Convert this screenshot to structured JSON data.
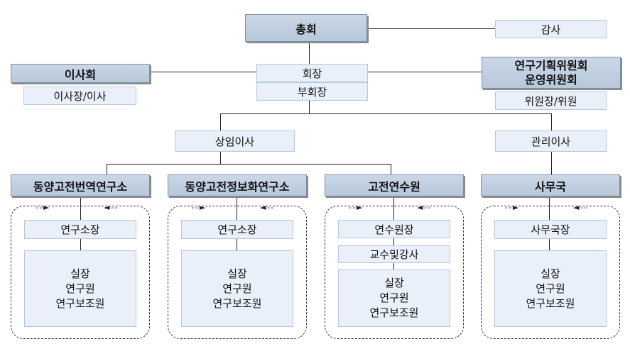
{
  "org": {
    "general_assembly": "총회",
    "auditor": "감사",
    "board": "이사회",
    "board_members": "이사장/이사",
    "chairman": "회장",
    "vice_chairman": "부회장",
    "committee": [
      "연구기획위원회",
      "운영위원회"
    ],
    "committee_members": "위원장/위원",
    "standing_director": "상임이사",
    "managing_director": "관리이사",
    "departments": [
      {
        "name": "동양고전번역연구소",
        "head": "연구소장",
        "staff": [
          "실장",
          "연구원",
          "연구보조원"
        ]
      },
      {
        "name": "동양고전정보화연구소",
        "head": "연구소장",
        "staff": [
          "실장",
          "연구원",
          "연구보조원"
        ]
      },
      {
        "name": "고전연수원",
        "head": "연수원장",
        "sub": "교수및강사",
        "staff": [
          "실장",
          "연구원",
          "연구보조원"
        ]
      },
      {
        "name": "사무국",
        "head": "사무국장",
        "staff": [
          "실장",
          "연구원",
          "연구보조원"
        ]
      }
    ]
  }
}
